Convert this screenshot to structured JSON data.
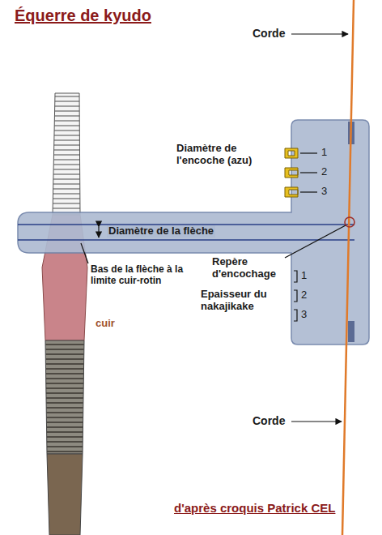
{
  "diagram": {
    "title": "Équerre de kyudo",
    "caption": "d'après croquis Patrick CEL",
    "labels": [
      "Corde",
      "Corde",
      "Diamètre de l'encoche (azu)",
      "1",
      "2",
      "3",
      "Diamètre de la flèche",
      "Repère d'encochage",
      "Epaisseur du nakajikake",
      "1",
      "2",
      "3",
      "Bas de la flèche à la limite cuir-rotin",
      "cuir"
    ]
  }
}
